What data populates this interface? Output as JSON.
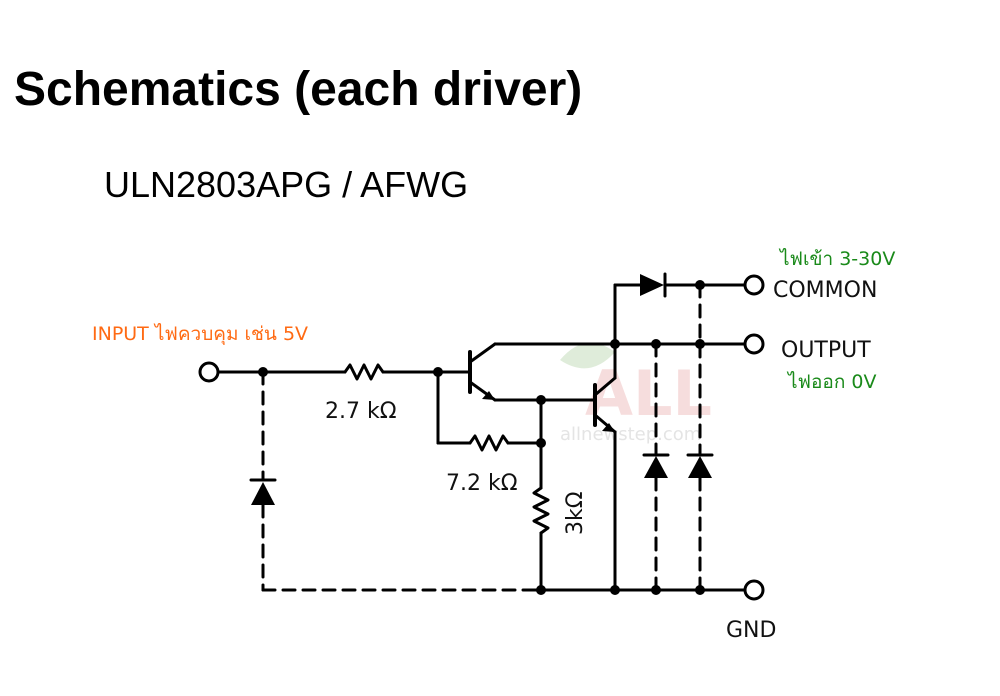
{
  "title": "Schematics (each driver)",
  "subtitle": "ULN2803APG / AFWG",
  "colors": {
    "input_annotation": "#ff6a13",
    "output_annotation": "#1a8a1a",
    "wire": "#000000",
    "watermark": "#d6e8d2"
  },
  "diagram": {
    "input_annotation": "INPUT ไฟควบคุม เช่น 5V",
    "common_annotation": "ไฟเข้า 3-30V",
    "output_annotation": "ไฟออก 0V",
    "terminals": {
      "common": "COMMON",
      "output": "OUTPUT",
      "gnd": "GND"
    },
    "resistors": {
      "r1": "2.7 kΩ",
      "r2": "7.2 kΩ",
      "r3": "3kΩ"
    },
    "watermark": {
      "logo": "ALL",
      "url": "allnewstep.com"
    }
  }
}
